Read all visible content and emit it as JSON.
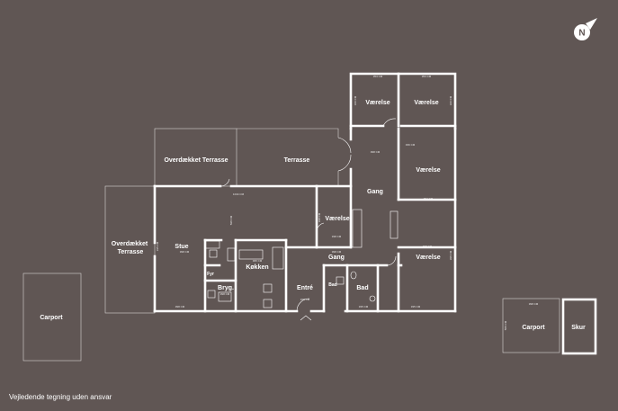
{
  "rooms": {
    "vaerelse_1": "Værelse",
    "vaerelse_2": "Værelse",
    "vaerelse_3": "Værelse",
    "vaerelse_4": "Værelse",
    "vaerelse_5": "Værelse",
    "overdaekket_terrasse": "Overdækket Terrasse",
    "terrasse": "Terrasse",
    "gang_1": "Gang",
    "gang_2": "Gang",
    "stue": "Stue",
    "overdaekket_terrasse_side_line1": "Overdækket",
    "overdaekket_terrasse_side_line2": "Terrasse",
    "koekken": "Køkken",
    "bryg": "Bryg.",
    "entre": "Entré",
    "bad": "Bad",
    "carport_1": "Carport",
    "carport_2": "Carport",
    "skur": "Skur",
    "fyr": "Fyr",
    "bad_small": "Bad"
  },
  "dimensions": {
    "d1": "353 CM",
    "d2": "353 CM",
    "d3": "336 CM",
    "d4": "336 CM",
    "d5": "336 CM",
    "d6": "398 CM",
    "d7": "1044 CM",
    "d8": "334 CM",
    "d9": "598 CM",
    "d10": "338 CM",
    "d11": "338 CM",
    "d12": "338 CM",
    "d13": "335 CM",
    "d14": "398 CM",
    "d15": "395 CM",
    "d16": "398 CM",
    "d17": "398 CM",
    "d18": "398 CM",
    "d19": "338 CM",
    "d20": "398 CM",
    "d21": "335 CM",
    "d22": "335 CM",
    "d23": "588 CM",
    "d24": "398 CM"
  },
  "footer": {
    "disclaimer": "Vejledende tegning uden ansvar"
  }
}
